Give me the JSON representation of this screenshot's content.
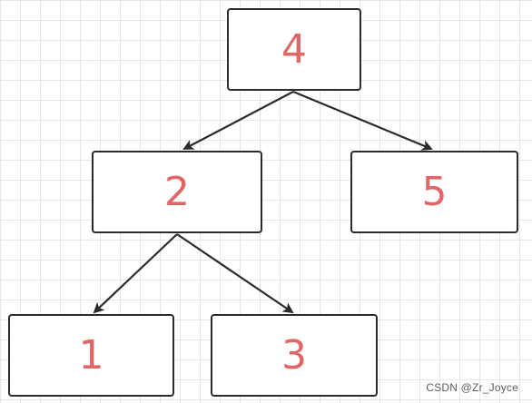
{
  "diagram": {
    "colors": {
      "node_text": "#e06666",
      "node_border": "#2b2b2b",
      "edge": "#2b2b2b",
      "grid": "#e6e6e6"
    },
    "nodes": {
      "n4": "4",
      "n2": "2",
      "n5": "5",
      "n1": "1",
      "n3": "3"
    },
    "edges": [
      {
        "from": "4",
        "to": "2"
      },
      {
        "from": "4",
        "to": "5"
      },
      {
        "from": "2",
        "to": "1"
      },
      {
        "from": "2",
        "to": "3"
      }
    ]
  },
  "watermark": "CSDN @Zr_Joyce"
}
